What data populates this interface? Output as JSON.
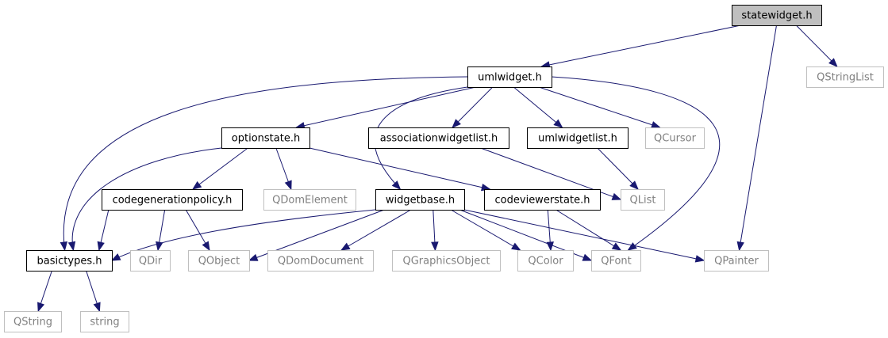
{
  "nodes": [
    {
      "id": "statewidget",
      "label": "statewidget.h",
      "kind": "root"
    },
    {
      "id": "umlwidget",
      "label": "umlwidget.h",
      "kind": "local"
    },
    {
      "id": "qstringlist",
      "label": "QStringList",
      "kind": "external"
    },
    {
      "id": "optionstate",
      "label": "optionstate.h",
      "kind": "local"
    },
    {
      "id": "associationwidgetlist",
      "label": "associationwidgetlist.h",
      "kind": "local"
    },
    {
      "id": "umlwidgetlist",
      "label": "umlwidgetlist.h",
      "kind": "local"
    },
    {
      "id": "qcursor",
      "label": "QCursor",
      "kind": "external"
    },
    {
      "id": "codegenerationpolicy",
      "label": "codegenerationpolicy.h",
      "kind": "local"
    },
    {
      "id": "qdomelement",
      "label": "QDomElement",
      "kind": "external"
    },
    {
      "id": "widgetbase",
      "label": "widgetbase.h",
      "kind": "local"
    },
    {
      "id": "codeviewerstate",
      "label": "codeviewerstate.h",
      "kind": "local"
    },
    {
      "id": "qlist",
      "label": "QList",
      "kind": "external"
    },
    {
      "id": "basictypes",
      "label": "basictypes.h",
      "kind": "local"
    },
    {
      "id": "qdir",
      "label": "QDir",
      "kind": "external"
    },
    {
      "id": "qobject",
      "label": "QObject",
      "kind": "external"
    },
    {
      "id": "qdomdocument",
      "label": "QDomDocument",
      "kind": "external"
    },
    {
      "id": "qgraphicsobject",
      "label": "QGraphicsObject",
      "kind": "external"
    },
    {
      "id": "qcolor",
      "label": "QColor",
      "kind": "external"
    },
    {
      "id": "qfont",
      "label": "QFont",
      "kind": "external"
    },
    {
      "id": "qpainter",
      "label": "QPainter",
      "kind": "external"
    },
    {
      "id": "qstring",
      "label": "QString",
      "kind": "external"
    },
    {
      "id": "string",
      "label": "string",
      "kind": "external"
    }
  ],
  "edges": [
    {
      "from": "statewidget",
      "to": "umlwidget"
    },
    {
      "from": "statewidget",
      "to": "qstringlist"
    },
    {
      "from": "statewidget",
      "to": "qpainter"
    },
    {
      "from": "umlwidget",
      "to": "optionstate"
    },
    {
      "from": "umlwidget",
      "to": "associationwidgetlist"
    },
    {
      "from": "umlwidget",
      "to": "umlwidgetlist"
    },
    {
      "from": "umlwidget",
      "to": "qcursor"
    },
    {
      "from": "umlwidget",
      "to": "widgetbase"
    },
    {
      "from": "umlwidget",
      "to": "basictypes"
    },
    {
      "from": "umlwidget",
      "to": "qfont"
    },
    {
      "from": "optionstate",
      "to": "codegenerationpolicy"
    },
    {
      "from": "optionstate",
      "to": "qdomelement"
    },
    {
      "from": "optionstate",
      "to": "codeviewerstate"
    },
    {
      "from": "optionstate",
      "to": "basictypes"
    },
    {
      "from": "associationwidgetlist",
      "to": "qlist"
    },
    {
      "from": "umlwidgetlist",
      "to": "qlist"
    },
    {
      "from": "codegenerationpolicy",
      "to": "basictypes"
    },
    {
      "from": "codegenerationpolicy",
      "to": "qdir"
    },
    {
      "from": "codegenerationpolicy",
      "to": "qobject"
    },
    {
      "from": "widgetbase",
      "to": "basictypes"
    },
    {
      "from": "widgetbase",
      "to": "qobject"
    },
    {
      "from": "widgetbase",
      "to": "qdomdocument"
    },
    {
      "from": "widgetbase",
      "to": "qgraphicsobject"
    },
    {
      "from": "widgetbase",
      "to": "qcolor"
    },
    {
      "from": "widgetbase",
      "to": "qfont"
    },
    {
      "from": "widgetbase",
      "to": "qpainter"
    },
    {
      "from": "codeviewerstate",
      "to": "qcolor"
    },
    {
      "from": "codeviewerstate",
      "to": "qfont"
    },
    {
      "from": "basictypes",
      "to": "qstring"
    },
    {
      "from": "basictypes",
      "to": "string"
    }
  ]
}
